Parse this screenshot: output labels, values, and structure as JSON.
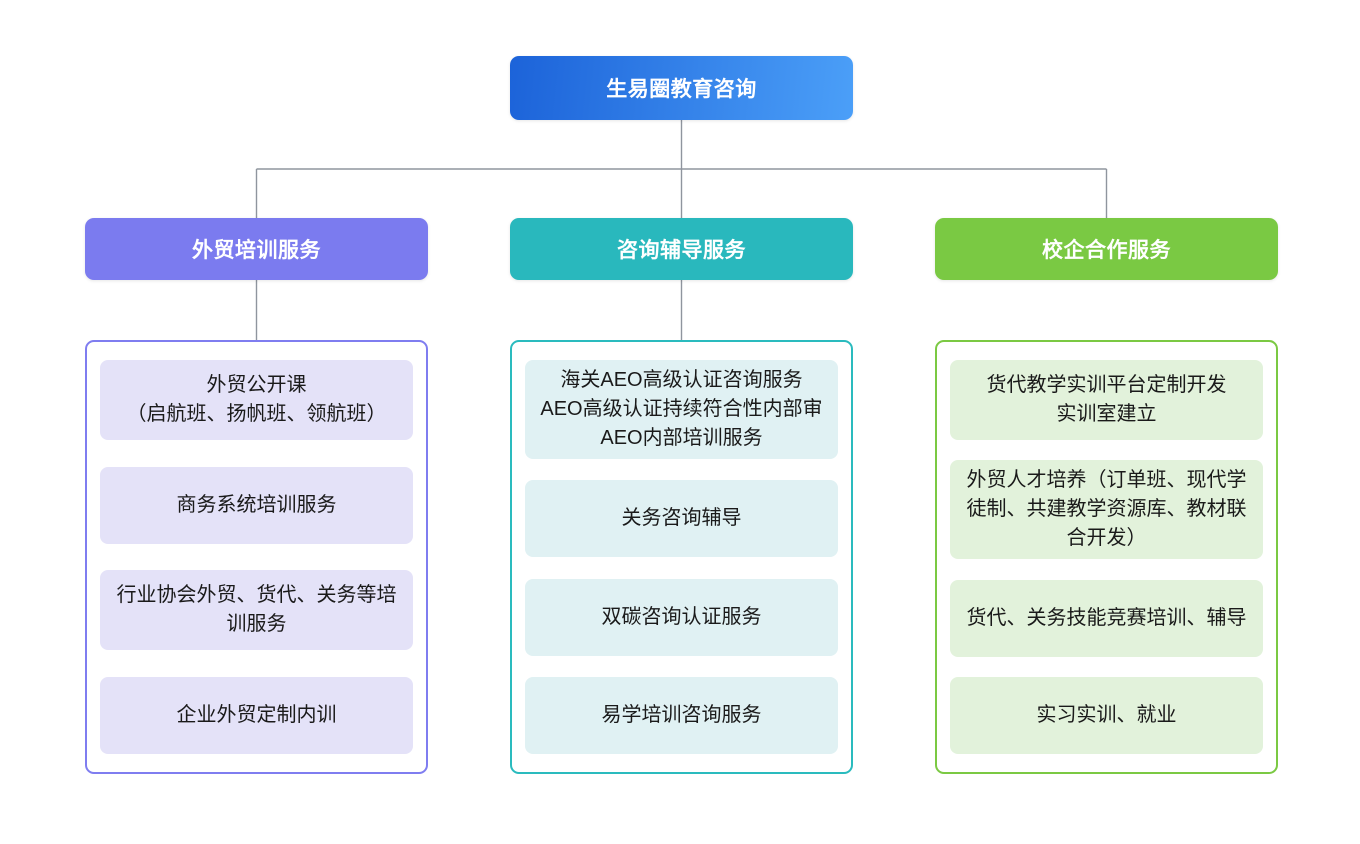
{
  "diagram": {
    "title": "生易圈教育咨询",
    "connector_color": "#8f959e",
    "root_gradient_start": "#1c63d9",
    "root_gradient_end": "#4b9ff8",
    "root_text_color": "#ffffff"
  },
  "branches": [
    {
      "label": "外贸培训服务",
      "colors": {
        "header_bg": "#7b7bef",
        "header_text": "#ffffff",
        "box_border": "#7f7df0",
        "item_bg": "#e4e2f8",
        "item_text": "#1a1a1a"
      },
      "items": [
        {
          "text": "外贸公开课\n（启航班、扬帆班、领航班）"
        },
        {
          "text": "商务系统培训服务"
        },
        {
          "text": "行业协会外贸、货代、关务等培\n训服务"
        },
        {
          "text": "企业外贸定制内训"
        }
      ]
    },
    {
      "label": "咨询辅导服务",
      "colors": {
        "header_bg": "#29b8bd",
        "header_text": "#ffffff",
        "box_border": "#2abbbe",
        "item_bg": "#e0f1f3",
        "item_text": "#1a1a1a"
      },
      "items": [
        {
          "text": "海关AEO高级认证咨询服务\nAEO高级认证持续符合性内部审\nAEO内部培训服务"
        },
        {
          "text": "关务咨询辅导"
        },
        {
          "text": "双碳咨询认证服务"
        },
        {
          "text": "易学培训咨询服务"
        }
      ]
    },
    {
      "label": "校企合作服务",
      "colors": {
        "header_bg": "#7ac943",
        "header_text": "#ffffff",
        "box_border": "#7bc943",
        "item_bg": "#e2f2db",
        "item_text": "#1a1a1a"
      },
      "items": [
        {
          "text": "货代教学实训平台定制开发\n实训室建立"
        },
        {
          "text": "外贸人才培养（订单班、现代学\n徒制、共建教学资源库、教材联\n合开发）"
        },
        {
          "text": "货代、关务技能竞赛培训、辅导"
        },
        {
          "text": "实习实训、就业"
        }
      ]
    }
  ]
}
